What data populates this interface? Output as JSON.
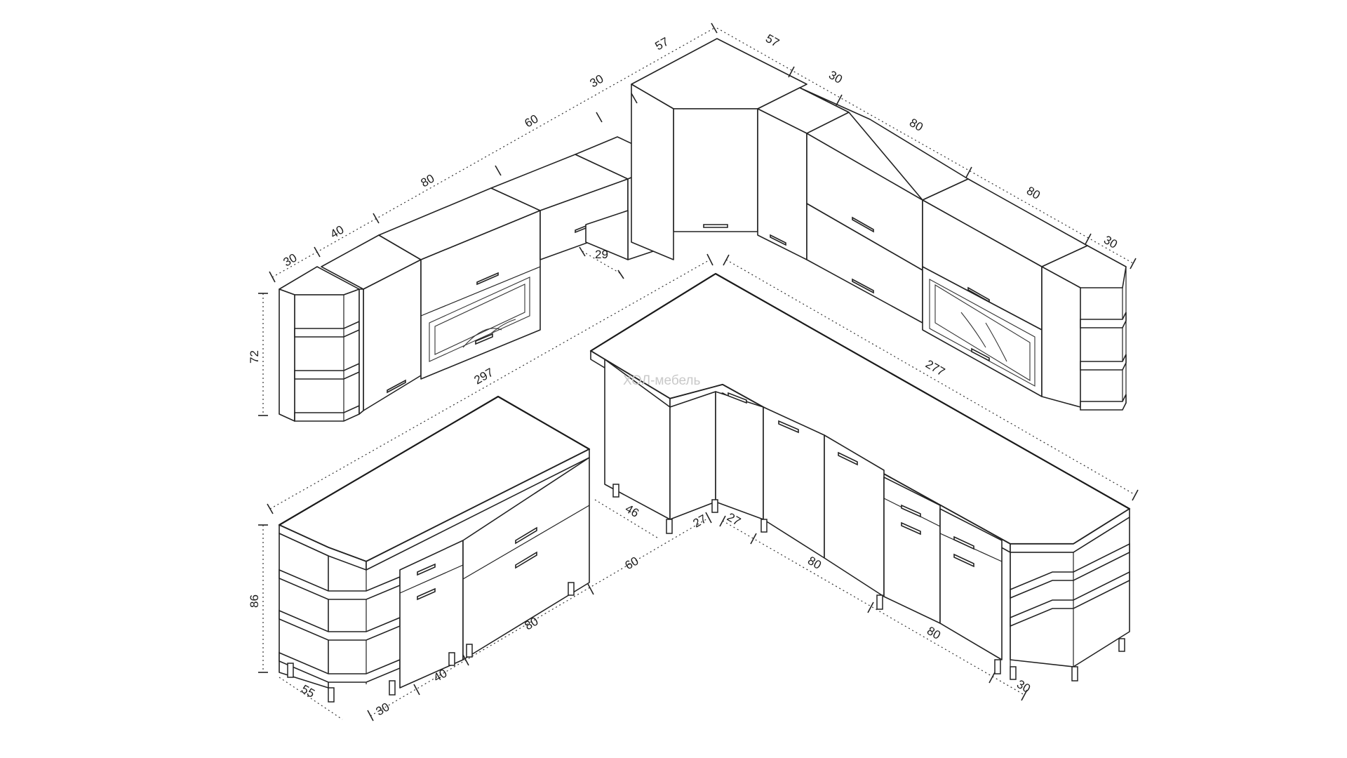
{
  "watermark": "ХОЛ-мебель",
  "dimensions": {
    "upper_left": {
      "d30": "30",
      "d40": "40",
      "d80": "80",
      "d60": "60",
      "d30b": "30",
      "d57": "57",
      "depth29": "29",
      "height72": "72"
    },
    "upper_right": {
      "d57": "57",
      "d30": "30",
      "d80": "80",
      "d80b": "80",
      "d30b": "30"
    },
    "island": {
      "length297": "297",
      "height86": "86",
      "depth55": "55",
      "w30": "30",
      "w40": "40",
      "w80": "80",
      "w60": "60"
    },
    "base_l": {
      "length277": "277",
      "depth46": "46",
      "d27a": "27",
      "d27b": "27",
      "w80a": "80",
      "w80b": "80",
      "w30": "30"
    }
  }
}
